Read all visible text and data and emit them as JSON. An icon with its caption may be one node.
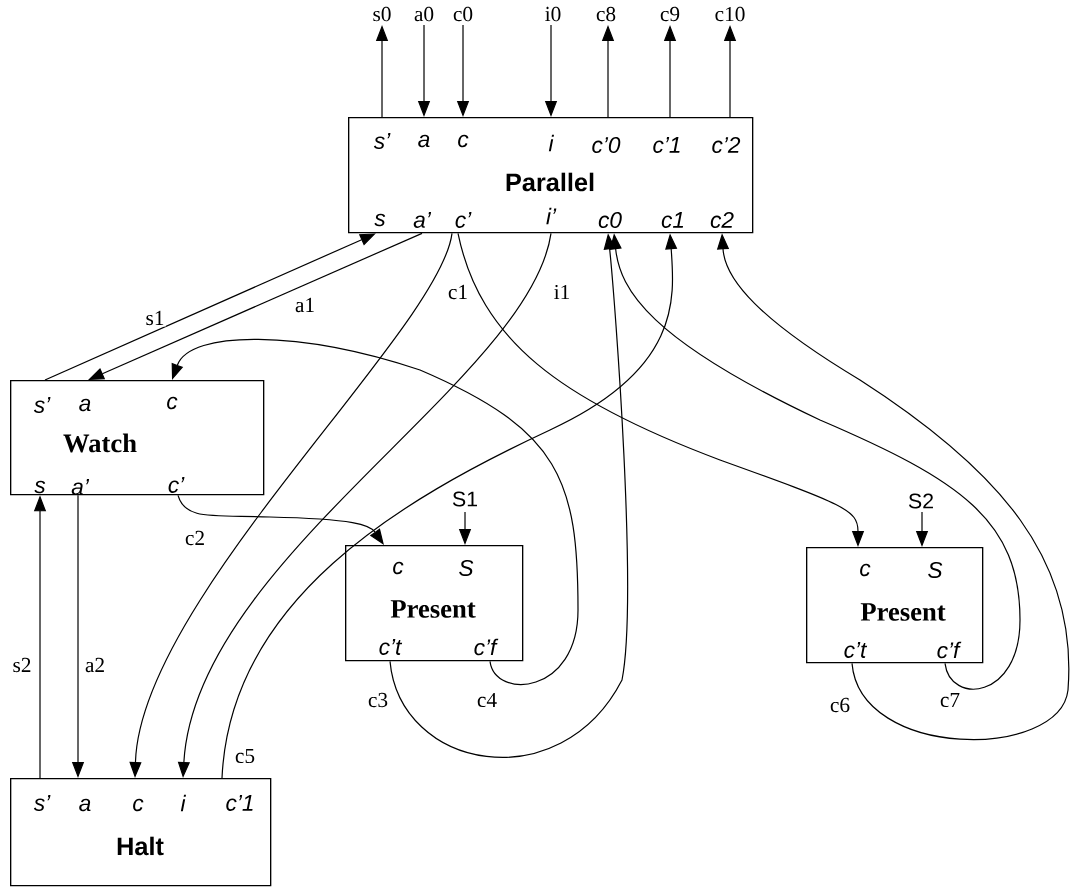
{
  "diagram": {
    "nodes": [
      {
        "text": [
          "s’",
          "a",
          "c",
          "i",
          "c’0",
          "c’1",
          "c’2",
          "Parallel",
          "s",
          "a’",
          "c’",
          "i’",
          "c0",
          "c1",
          "c2"
        ]
      },
      {
        "text": [
          "s’",
          "a",
          "c",
          "Watch",
          "s",
          "a’",
          "c’"
        ]
      },
      {
        "text": [
          "c",
          "S",
          "Present",
          "c’t",
          "c’f"
        ]
      },
      {
        "text": [
          "c",
          "S",
          "Present",
          "c’t",
          "c’f"
        ]
      },
      {
        "text": [
          "s’",
          "a",
          "c",
          "i",
          "c’1",
          "Halt"
        ]
      }
    ],
    "edges": [
      {
        "from": 0,
        "to": null,
        "arrow": "to",
        "label": "s0"
      },
      {
        "from": null,
        "to": 0,
        "arrow": "to",
        "label": "a0"
      },
      {
        "from": null,
        "to": 0,
        "arrow": "to",
        "label": "c0"
      },
      {
        "from": null,
        "to": 0,
        "arrow": "to",
        "label": "i0"
      },
      {
        "from": 0,
        "to": null,
        "arrow": "to",
        "label": "c8"
      },
      {
        "from": 0,
        "to": null,
        "arrow": "to",
        "label": "c9"
      },
      {
        "from": 0,
        "to": null,
        "arrow": "to",
        "label": "c10"
      },
      {
        "from": 1,
        "to": 0,
        "arrow": "to",
        "label": "s1"
      },
      {
        "from": 0,
        "to": 1,
        "arrow": "to",
        "label": "a1"
      },
      {
        "from": 0,
        "to": 4,
        "arrow": "to",
        "label": "c1"
      },
      {
        "from": 0,
        "to": 3,
        "arrow": "to"
      },
      {
        "from": 0,
        "to": 4,
        "arrow": "to",
        "label": "i1"
      },
      {
        "from": 1,
        "to": 2,
        "arrow": "to",
        "label": "c2"
      },
      {
        "from": 2,
        "to": 0,
        "arrow": "to",
        "label": "c3"
      },
      {
        "from": 2,
        "to": 1,
        "arrow": "to",
        "label": "c4"
      },
      {
        "from": 4,
        "to": 0,
        "arrow": "to",
        "label": "c5"
      },
      {
        "from": 3,
        "to": 0,
        "arrow": "to",
        "label": "c6"
      },
      {
        "from": 3,
        "to": 0,
        "arrow": "to",
        "label": "c7"
      },
      {
        "from": 4,
        "to": 1,
        "arrow": "to",
        "label": "s2"
      },
      {
        "from": 1,
        "to": 4,
        "arrow": "to",
        "label": "a2"
      },
      {
        "from": null,
        "to": 2,
        "arrow": "to",
        "label": "S1"
      },
      {
        "from": null,
        "to": 3,
        "arrow": "to",
        "label": "S2"
      }
    ]
  }
}
